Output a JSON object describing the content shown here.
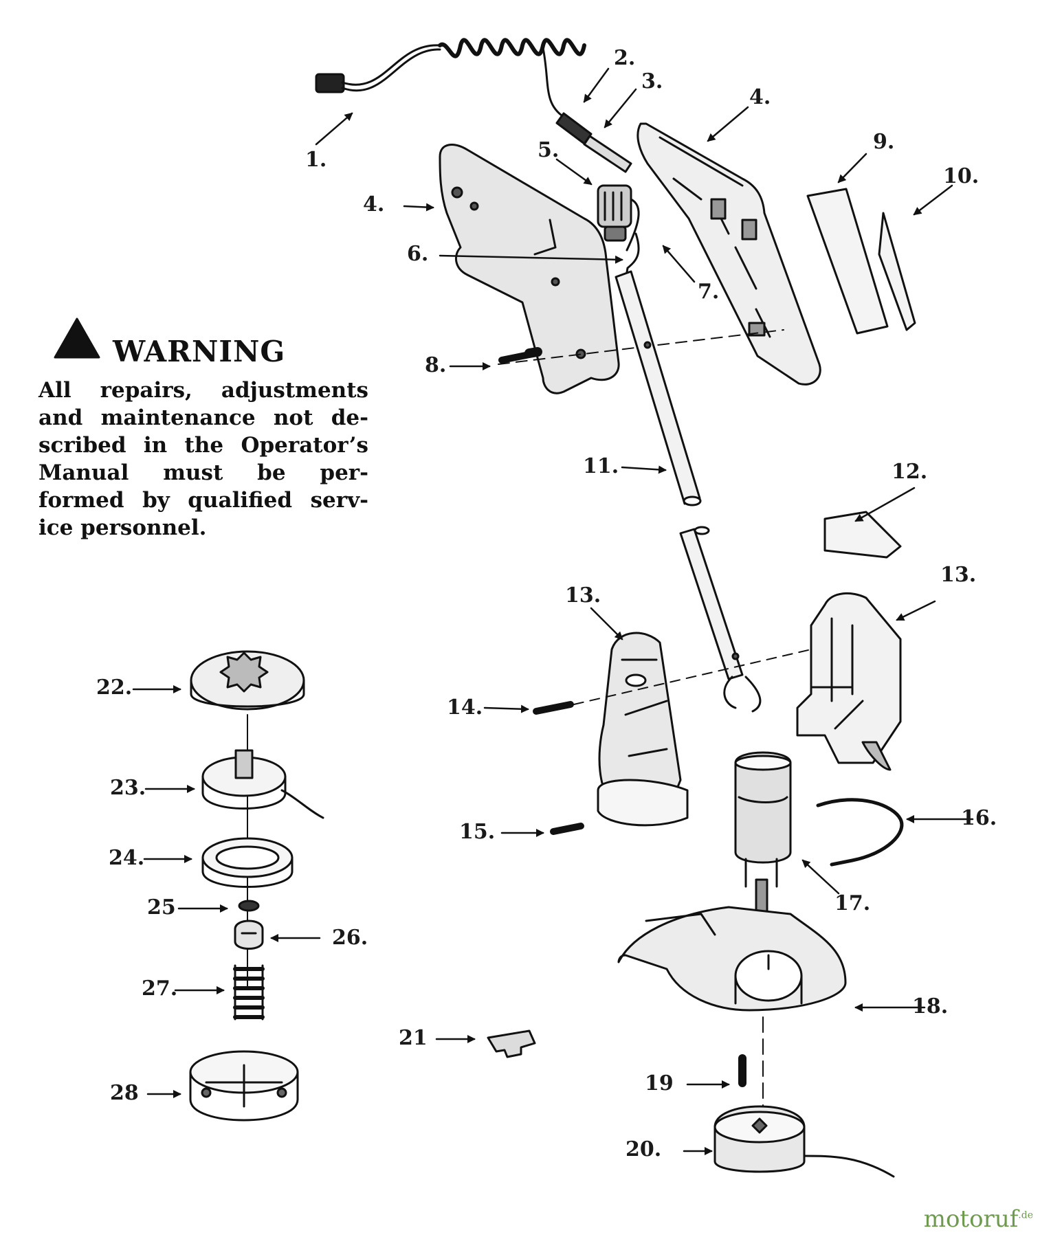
{
  "warning": {
    "title": "WARNING",
    "text": "All repairs, adjustments and maintenance not de-scribed in the Operator’s Manual must be per-formed by qualified serv-ice personnel."
  },
  "callouts": [
    {
      "id": "c1",
      "label": "1."
    },
    {
      "id": "c2",
      "label": "2."
    },
    {
      "id": "c3",
      "label": "3."
    },
    {
      "id": "c4a",
      "label": "4."
    },
    {
      "id": "c4b",
      "label": "4."
    },
    {
      "id": "c5",
      "label": "5."
    },
    {
      "id": "c6",
      "label": "6."
    },
    {
      "id": "c7",
      "label": "7."
    },
    {
      "id": "c8",
      "label": "8."
    },
    {
      "id": "c9",
      "label": "9."
    },
    {
      "id": "c10",
      "label": "10."
    },
    {
      "id": "c11",
      "label": "11."
    },
    {
      "id": "c12",
      "label": "12."
    },
    {
      "id": "c13a",
      "label": "13."
    },
    {
      "id": "c13b",
      "label": "13."
    },
    {
      "id": "c14",
      "label": "14."
    },
    {
      "id": "c15",
      "label": "15."
    },
    {
      "id": "c16",
      "label": "16."
    },
    {
      "id": "c17",
      "label": "17."
    },
    {
      "id": "c18",
      "label": "18."
    },
    {
      "id": "c19",
      "label": "19"
    },
    {
      "id": "c20",
      "label": "20."
    },
    {
      "id": "c21",
      "label": "21"
    },
    {
      "id": "c22",
      "label": "22."
    },
    {
      "id": "c23",
      "label": "23."
    },
    {
      "id": "c24",
      "label": "24."
    },
    {
      "id": "c25",
      "label": "25"
    },
    {
      "id": "c26",
      "label": "26."
    },
    {
      "id": "c27",
      "label": "27."
    },
    {
      "id": "c28",
      "label": "28"
    }
  ],
  "watermark": {
    "name": "motoruf",
    "tld": ".de"
  }
}
